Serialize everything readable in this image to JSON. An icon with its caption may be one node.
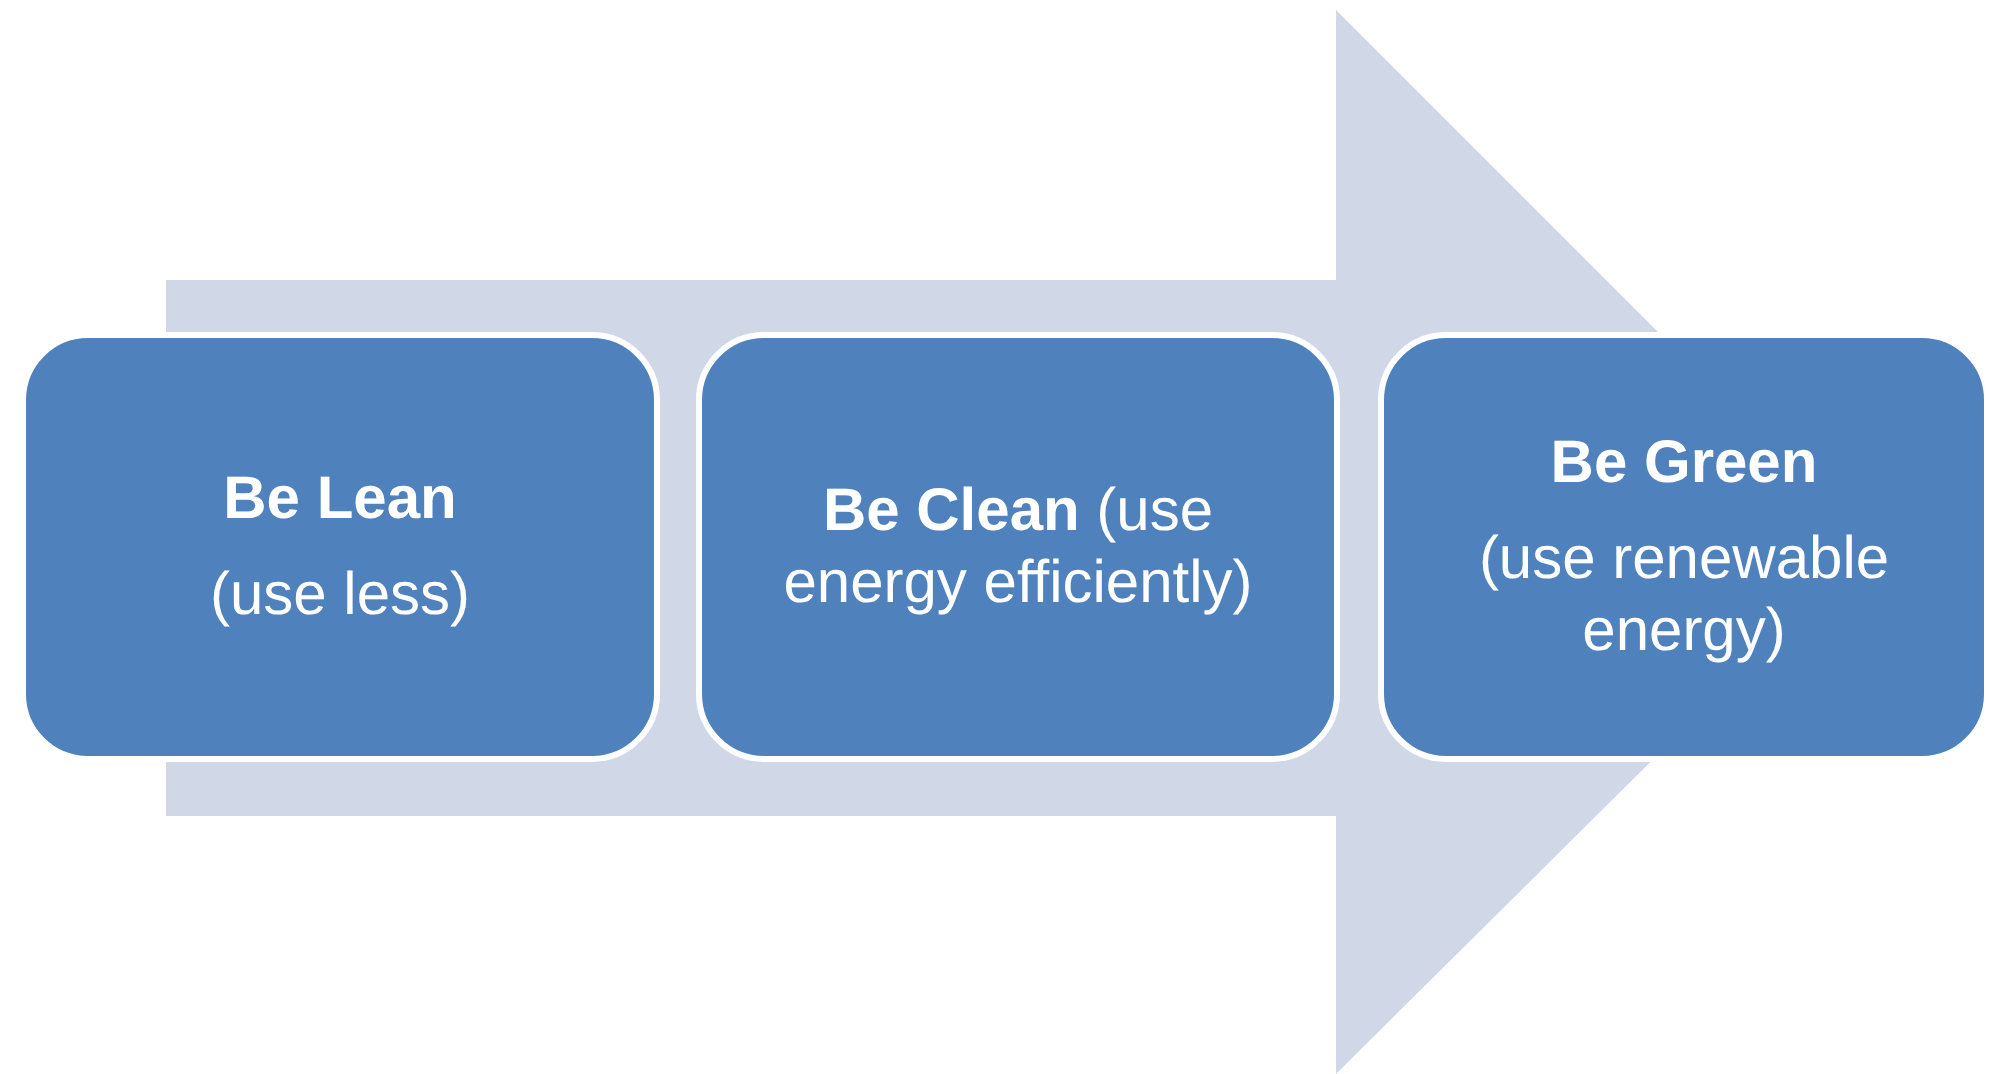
{
  "diagram": {
    "nodes": [
      {
        "text": [
          "Be Lean",
          "(use less)"
        ]
      },
      {
        "text": [
          "**Be Clean** (use energy efficiently)"
        ]
      },
      {
        "text": [
          "Be Green",
          "(use renewable energy)"
        ]
      }
    ],
    "edges": [
      {
        "from": 0,
        "to": 2,
        "arrow": "to"
      }
    ]
  }
}
